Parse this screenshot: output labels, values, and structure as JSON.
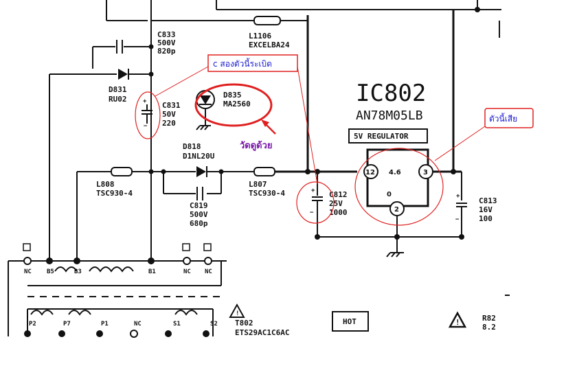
{
  "components": {
    "c833": {
      "ref": "C833",
      "v1": "500V",
      "v2": "820p"
    },
    "d831": {
      "ref": "D831",
      "part": "RU02"
    },
    "c831": {
      "ref": "C831",
      "v1": "50V",
      "v2": "220"
    },
    "d835": {
      "ref": "D835",
      "part": "MA2560"
    },
    "l1106": {
      "ref": "L1106",
      "part": "EXCELBA24"
    },
    "d818": {
      "ref": "D818",
      "part": "D1NL20U"
    },
    "l808": {
      "ref": "L808",
      "part": "TSC930-4"
    },
    "l807": {
      "ref": "L807",
      "part": "TSC930-4"
    },
    "c819": {
      "ref": "C819",
      "v1": "500V",
      "v2": "680p"
    },
    "c812": {
      "ref": "C812",
      "v1": "25V",
      "v2": "1000"
    },
    "c813": {
      "ref": "C813",
      "v1": "16V",
      "v2": "100"
    },
    "ic802": {
      "ref": "IC802",
      "part": "AN78M05LB",
      "function": "5V REGULATOR",
      "pin_group_label": "4.6",
      "pin_mid_label": "0"
    },
    "t802": {
      "ref": "T802",
      "part": "ETS29AC1C6AC"
    },
    "hot_box": "HOT",
    "r82x": {
      "ref": "R82",
      "v1": "8.2"
    }
  },
  "ic_pins": [
    "12",
    "3",
    "2"
  ],
  "terminals_top": [
    "NC",
    "NC",
    "NC"
  ],
  "terminals_top_left": [
    "NC",
    "B5",
    "B3",
    "B1"
  ],
  "terminals_bottom": [
    "P2",
    "P7",
    "P1",
    "NC",
    "S1",
    "S2"
  ],
  "annotations": {
    "both_caps_burst": "c สองตัวนี้ระเบิด",
    "this_one_broken": "ตัวนี้เสีย",
    "measure_too": "วัดดูด้วย"
  },
  "colors": {
    "circle_red": "#e02020",
    "note_blue": "#1a1ad0",
    "note_purple": "#7a1aa8",
    "arrow_red": "#e02020"
  }
}
